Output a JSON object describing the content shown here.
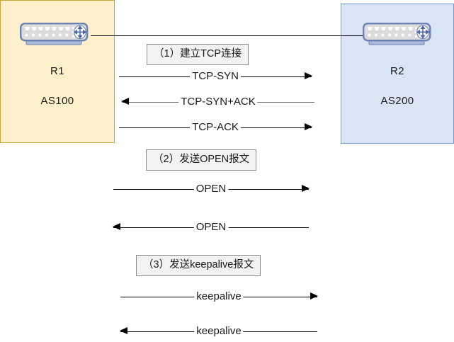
{
  "zones": {
    "left": {
      "router_name": "R1",
      "as_number": "AS100",
      "fill_color": "#fdf0cb",
      "border_color": "#c9a638",
      "icon_name": "router-icon"
    },
    "right": {
      "router_name": "R2",
      "as_number": "AS200",
      "fill_color": "#d9e5f7",
      "border_color": "#7a99cc",
      "icon_name": "router-icon"
    }
  },
  "steps": [
    {
      "label": "（1）建立TCP连接"
    },
    {
      "label": "（2）发送OPEN报文"
    },
    {
      "label": "（3）发送keepalive报文"
    }
  ],
  "messages": [
    {
      "text": "TCP-SYN",
      "direction": "to-right"
    },
    {
      "text": "TCP-SYN+ACK",
      "direction": "to-left"
    },
    {
      "text": "TCP-ACK",
      "direction": "to-right"
    },
    {
      "text": "OPEN",
      "direction": "to-right"
    },
    {
      "text": "OPEN",
      "direction": "to-left"
    },
    {
      "text": "keepalive",
      "direction": "to-right"
    },
    {
      "text": "keepalive",
      "direction": "to-left"
    }
  ],
  "link": {
    "name": "physical-link"
  },
  "colors": {
    "arrow": "#000000",
    "reverse_arrow_line": "#737373",
    "step_box_fill": "#f2f2f2",
    "step_box_border": "#8c8c8c",
    "text": "#1a1a1a"
  }
}
